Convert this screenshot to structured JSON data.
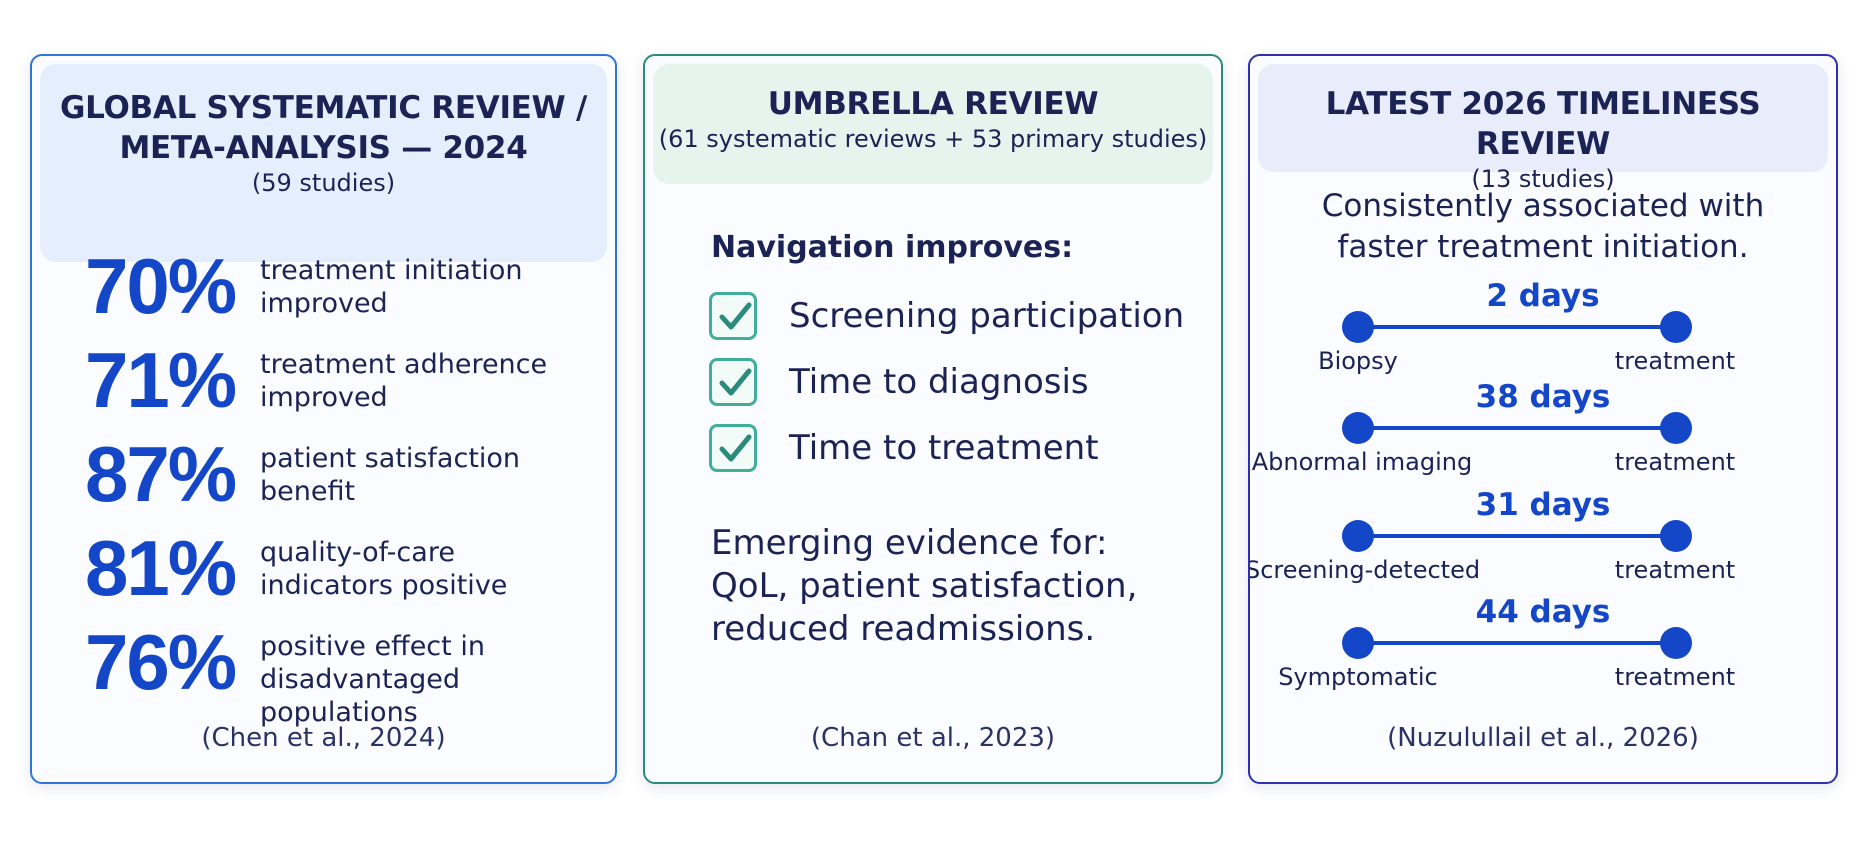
{
  "cards": [
    {
      "title_line1": "GLOBAL SYSTEMATIC REVIEW /",
      "title_line2": "META-ANALYSIS — 2024",
      "subtitle": "(59 studies)",
      "stats": [
        {
          "value": "70%",
          "line1": "treatment initiation",
          "line2": "improved"
        },
        {
          "value": "71%",
          "line1": "treatment adherence",
          "line2": "improved"
        },
        {
          "value": "87%",
          "line1": "patient satisfaction",
          "line2": "benefit"
        },
        {
          "value": "81%",
          "line1": "quality-of-care",
          "line2": "indicators positive"
        },
        {
          "value": "76%",
          "line1": "positive effect in",
          "line2": "disadvantaged populations"
        }
      ],
      "citation": "(Chen et al., 2024)"
    },
    {
      "title": "UMBRELLA REVIEW",
      "subtitle": "(61 systematic reviews + 53 primary studies)",
      "heading": "Navigation improves:",
      "checklist": [
        "Screening participation",
        "Time to diagnosis",
        "Time to treatment"
      ],
      "emerging_line1": "Emerging evidence for:",
      "emerging_line2": "QoL, patient satisfaction,",
      "emerging_line3": "reduced readmissions.",
      "citation": "(Chan et al., 2023)"
    },
    {
      "title": "LATEST 2026 TIMELINESS REVIEW",
      "subtitle": "(13 studies)",
      "assoc_line1": "Consistently associated with",
      "assoc_line2": "faster treatment initiation.",
      "timelines": [
        {
          "days": "2 days",
          "start": "Biopsy",
          "end": "treatment"
        },
        {
          "days": "38 days",
          "start": "Abnormal imaging",
          "end": "treatment"
        },
        {
          "days": "31 days",
          "start": "Screening-detected",
          "end": "treatment"
        },
        {
          "days": "44 days",
          "start": "Symptomatic",
          "end": "treatment"
        }
      ],
      "citation": "(Nuzulullail et al., 2026)"
    }
  ],
  "colors": {
    "stat_blue": "#1347c8",
    "title_navy": "#1b2355",
    "card1_border": "#2f75d6",
    "card2_border": "#2a8a7c",
    "card3_border": "#2f2fb0",
    "check_green": "#3fae9a"
  },
  "icons": {
    "checkbox": "checkmark-icon",
    "timeline_point": "dot-icon"
  }
}
